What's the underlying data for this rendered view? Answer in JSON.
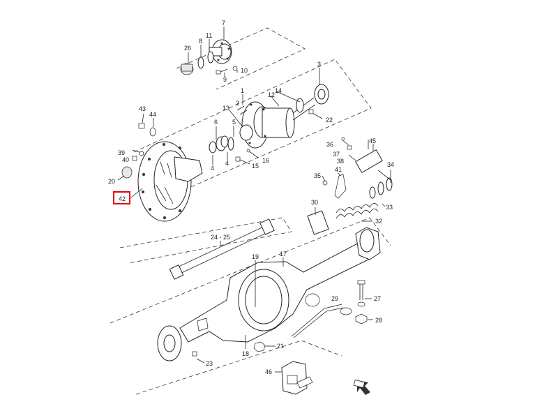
{
  "diagram": {
    "highlight_color": "#e8000f",
    "front_marker_icon": "front-arrow-icon",
    "callouts": {
      "c1": "1",
      "c2": "2",
      "c3": "3",
      "c4a": "4",
      "c4b": "4",
      "c5": "5",
      "c6": "6",
      "c7": "7",
      "c8": "8",
      "c9": "9",
      "c10": "10",
      "c11": "11",
      "c12": "12",
      "c13": "13",
      "c14": "14",
      "c15": "15",
      "c16": "16",
      "c17": "17",
      "c18": "18",
      "c19": "19",
      "c20": "20",
      "c21": "21",
      "c22": "22",
      "c23": "23",
      "c24_25": "24 - 25",
      "c26": "26",
      "c27": "27",
      "c28": "28",
      "c29": "29",
      "c30": "30",
      "c32": "32",
      "c33": "33",
      "c34": "34",
      "c35": "35",
      "c36": "36",
      "c37": "37",
      "c38": "38",
      "c39": "39",
      "c40": "40",
      "c41": "41",
      "c42": "42",
      "c43": "43",
      "c44": "44",
      "c45": "45",
      "c46": "46"
    }
  }
}
